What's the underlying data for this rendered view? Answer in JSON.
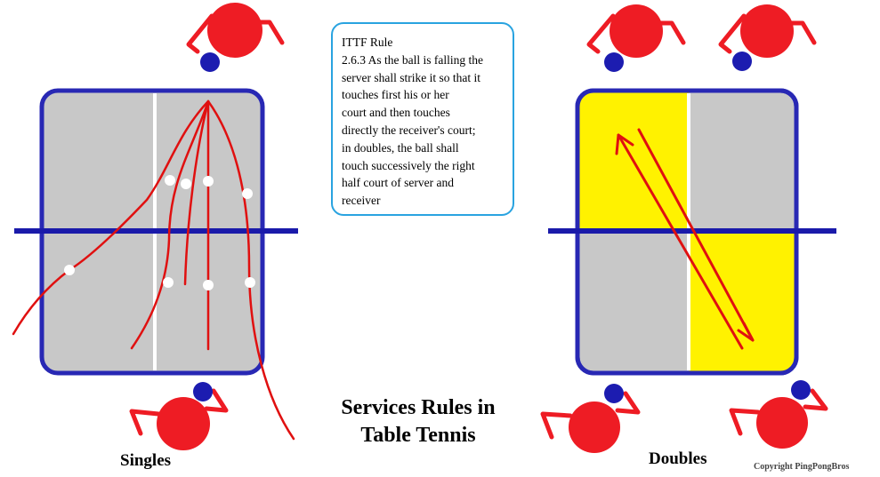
{
  "rule_box": {
    "lines": [
      "ITTF Rule",
      "2.6.3 As the ball is falling the",
      "server shall strike it so that it",
      "touches first his or her",
      "court and then touches",
      "directly the receiver's court;",
      "in doubles, the ball shall",
      "touch successively the right",
      "half court of server and",
      "receiver"
    ]
  },
  "title": {
    "line1": "Services Rules in",
    "line2": "Table Tennis"
  },
  "captions": {
    "singles": "Singles",
    "doubles": "Doubles"
  },
  "copyright": "Copyright PingPongBros",
  "colors": {
    "table_fill": "#c8c8c8",
    "table_border": "#2828b4",
    "net": "#1a1aaa",
    "center_line": "#ffffff",
    "highlight_court": "#fff200",
    "player": "#ee1c24",
    "ball_trajectory": "#e01010",
    "ball_marker": "#ffffff",
    "paddle": "#1c1cb0",
    "rule_box_border": "#29a3e0"
  }
}
